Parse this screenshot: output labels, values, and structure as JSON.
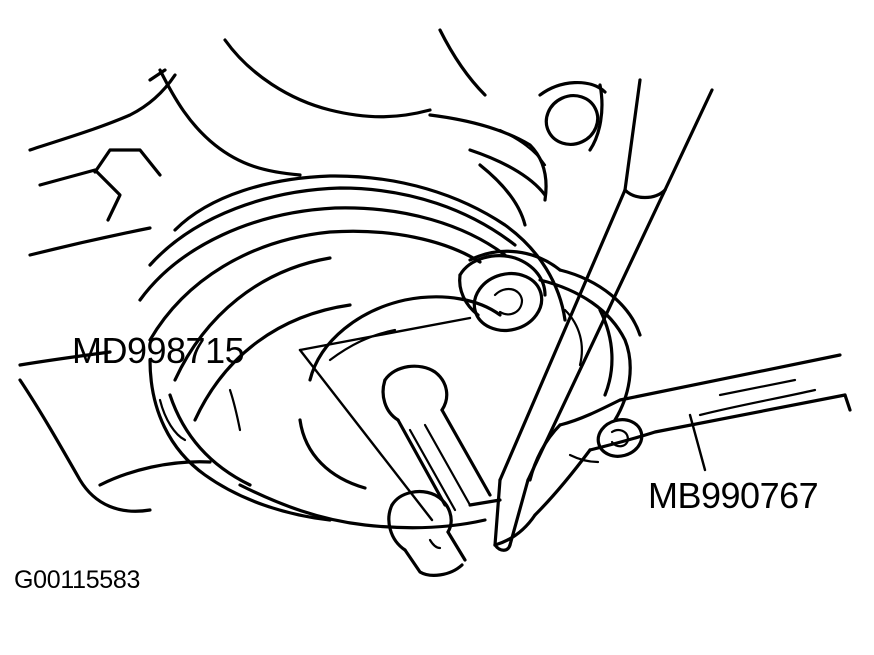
{
  "callouts": {
    "tool_a": "MD998715",
    "tool_b": "MB990767"
  },
  "figure_id": "G00115583",
  "colors": {
    "ink": "#000000",
    "paper": "#ffffff"
  }
}
